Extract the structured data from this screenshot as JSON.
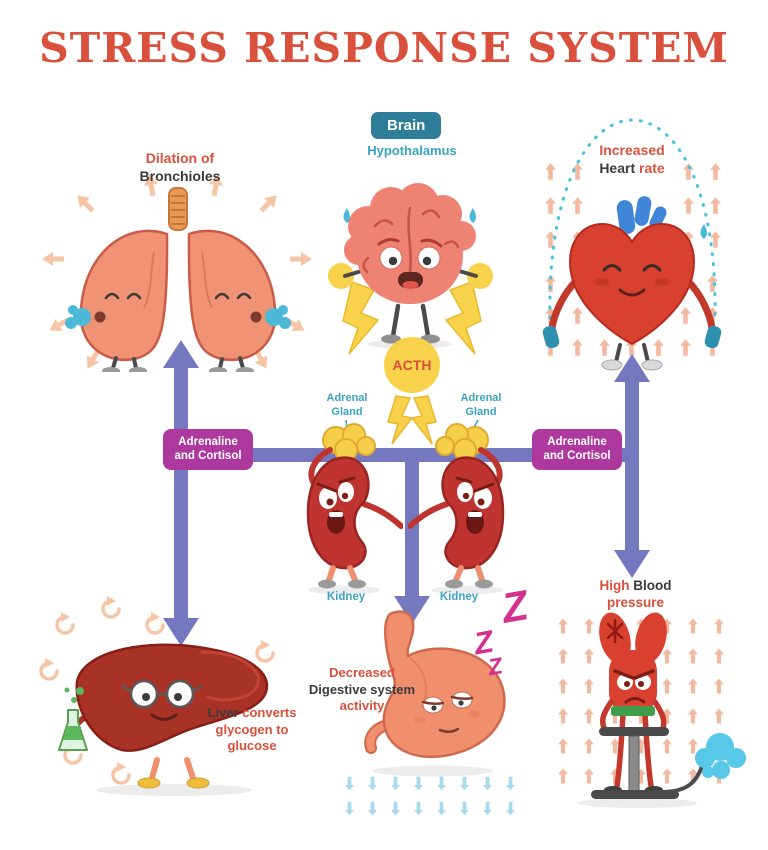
{
  "title": "STRESS RESPONSE SYSTEM",
  "brain": {
    "badge": "Brain",
    "region": "Hypothalamus"
  },
  "acth": {
    "label": "ACTH"
  },
  "glands": {
    "left": {
      "gland": "Adrenal Gland",
      "kidney": "Kidney"
    },
    "right": {
      "gland": "Adrenal Gland",
      "kidney": "Kidney"
    }
  },
  "hormones": {
    "left": "Adrenaline and Cortisol",
    "right": "Adrenaline and Cortisol"
  },
  "effects": {
    "bronchioles": {
      "accent": "Dilation of",
      "dark": "Bronchioles"
    },
    "heart": {
      "accent": "Increased",
      "dark": "Heart",
      "accent2": "rate"
    },
    "liver": {
      "dark": "Liver",
      "accent": "converts glycogen to glucose"
    },
    "digestion": {
      "accent": "Decreased",
      "dark": "Digestive system",
      "accent2": "activity"
    },
    "pressure": {
      "accent": "High",
      "dark": "Blood",
      "accent2": "pressure"
    },
    "zzz": [
      "Z",
      "Z",
      "Z"
    ]
  },
  "colors": {
    "title": "#d9503c",
    "accent": "#d9503c",
    "dark_text": "#3b3b3b",
    "teal_badge": "#2e7e99",
    "teal_text": "#3aa3c3",
    "yellow": "#f8d24a",
    "purple_arrow": "#7478bf",
    "magenta_badge": "#ae399e"
  }
}
